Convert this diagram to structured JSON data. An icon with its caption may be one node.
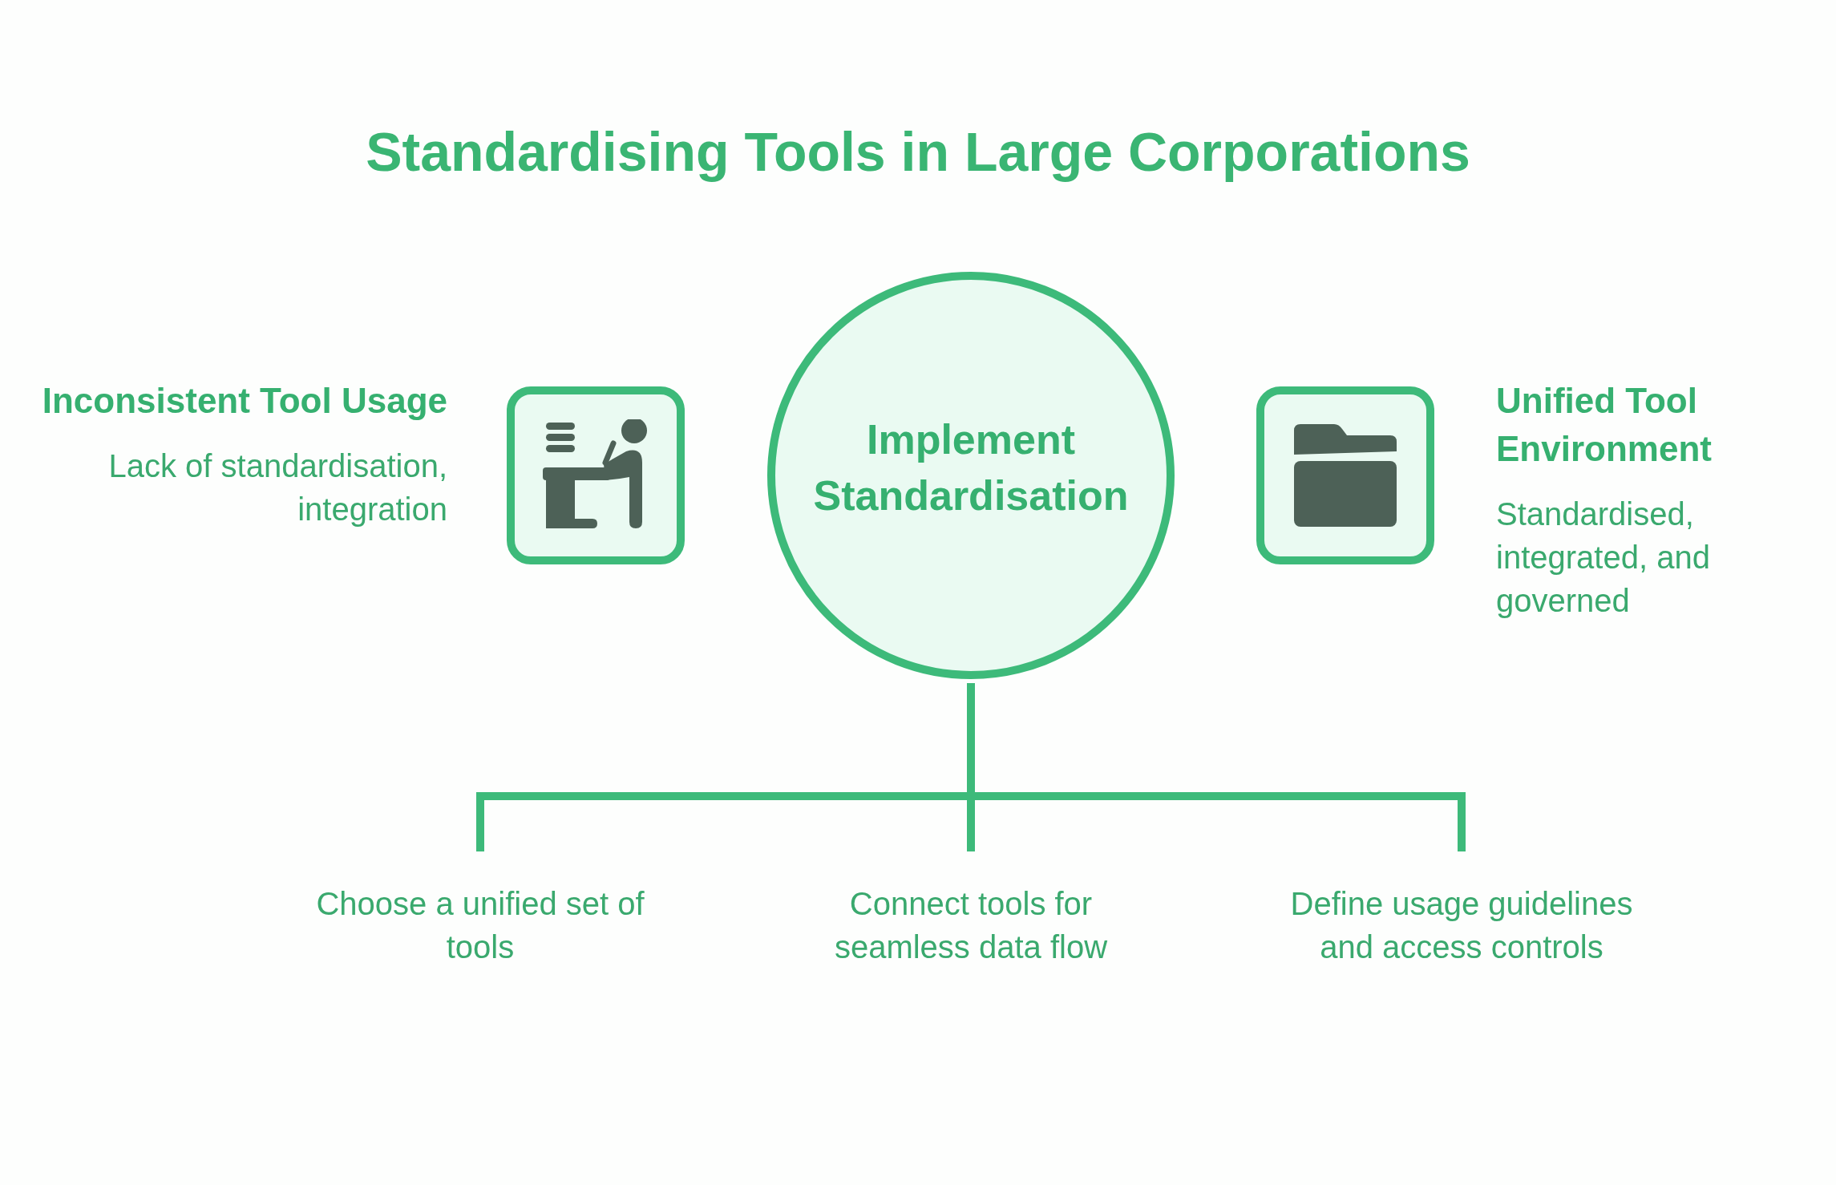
{
  "diagram": {
    "title": "Standardising Tools in Large Corporations",
    "nodes": [
      {
        "text": [
          "Implement Standardisation"
        ]
      },
      {
        "text": [
          "Inconsistent Tool Usage",
          "Lack of standardisation, integration"
        ]
      },
      {
        "text": [
          "Unified Tool Environment",
          "Standardised, integrated, and governed"
        ]
      },
      {
        "text": [
          "Choose a unified set of tools"
        ]
      },
      {
        "text": [
          "Connect tools for seamless data flow"
        ]
      },
      {
        "text": [
          "Define usage guidelines and access controls"
        ]
      }
    ],
    "edges": [
      {
        "from": 0,
        "to": 3,
        "arrow": "none"
      },
      {
        "from": 0,
        "to": 4,
        "arrow": "none"
      },
      {
        "from": 0,
        "to": 5,
        "arrow": "none"
      }
    ]
  }
}
